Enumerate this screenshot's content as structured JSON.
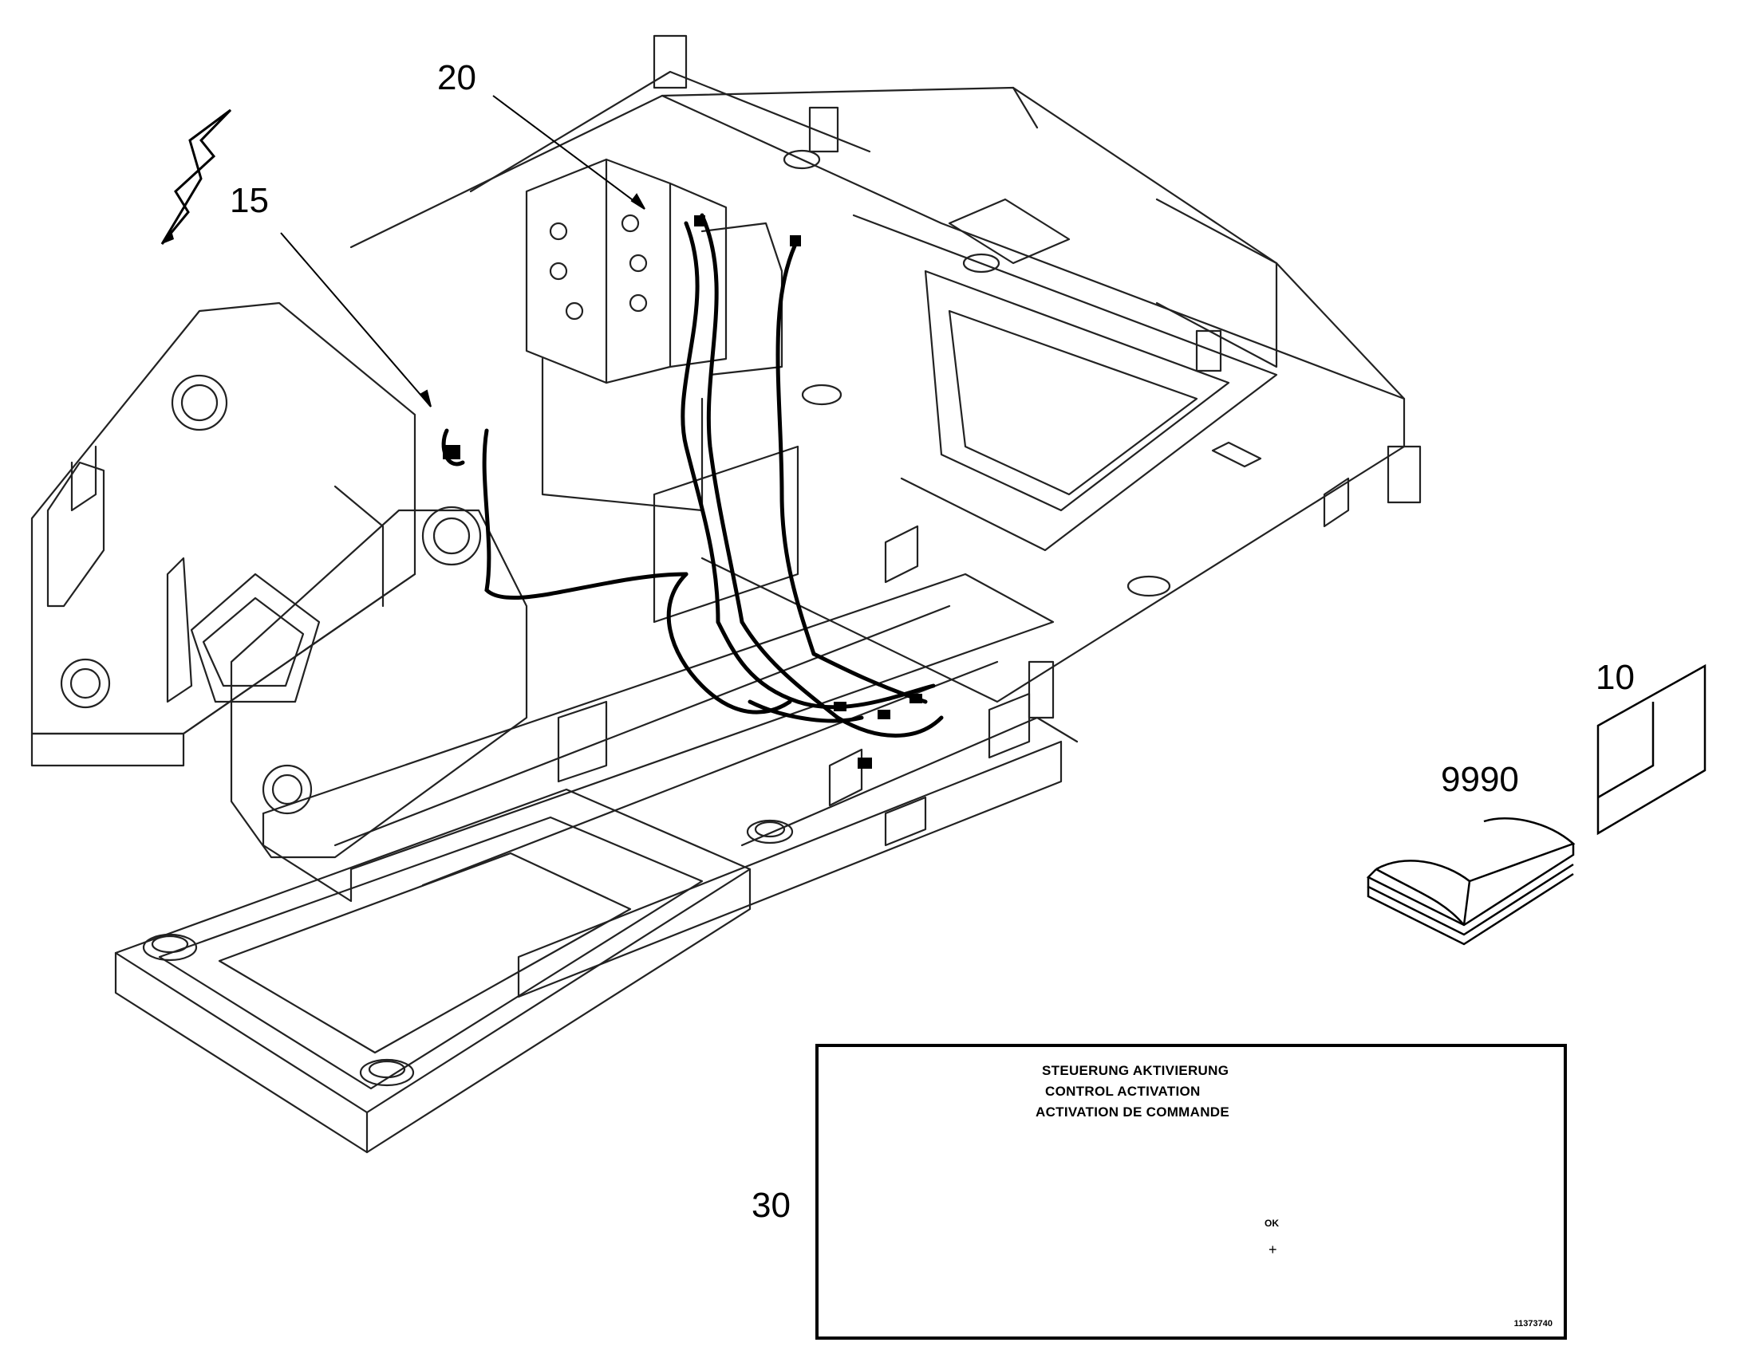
{
  "callouts": {
    "electrical": "15",
    "harness": "20",
    "decal": "30",
    "manual": "9990",
    "document": "10"
  },
  "decal": {
    "title_de": "STEUERUNG AKTIVIERUNG",
    "title_en": "CONTROL ACTIVATION",
    "title_fr": "ACTIVATION DE COMMANDE",
    "ok_label": "OK",
    "plus": "+",
    "code": "11373740"
  },
  "icons": [
    "lightning-icon",
    "warning-triangle-icon",
    "manual-book-icon",
    "ok-button-icon",
    "joystick-icon",
    "hand-icon",
    "crossed-out-icon"
  ]
}
